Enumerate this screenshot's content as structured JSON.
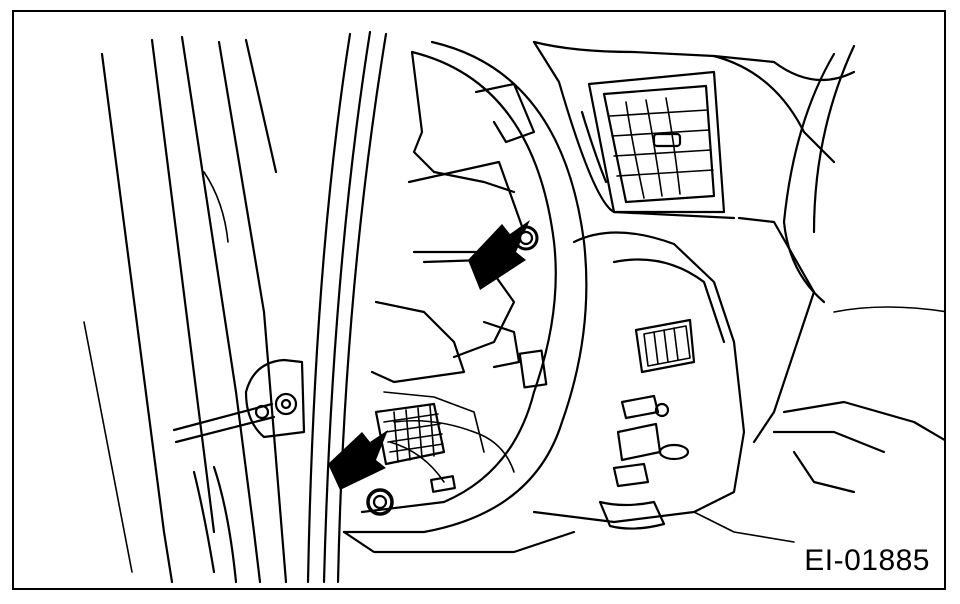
{
  "figure": {
    "code": "EI-01885",
    "colors": {
      "line": "#000000",
      "background": "#ffffff"
    },
    "callouts": [
      {
        "name": "upper-clip",
        "icon": "arrow-pointing-clip"
      },
      {
        "name": "lower-clip",
        "icon": "arrow-pointing-clip"
      }
    ]
  }
}
